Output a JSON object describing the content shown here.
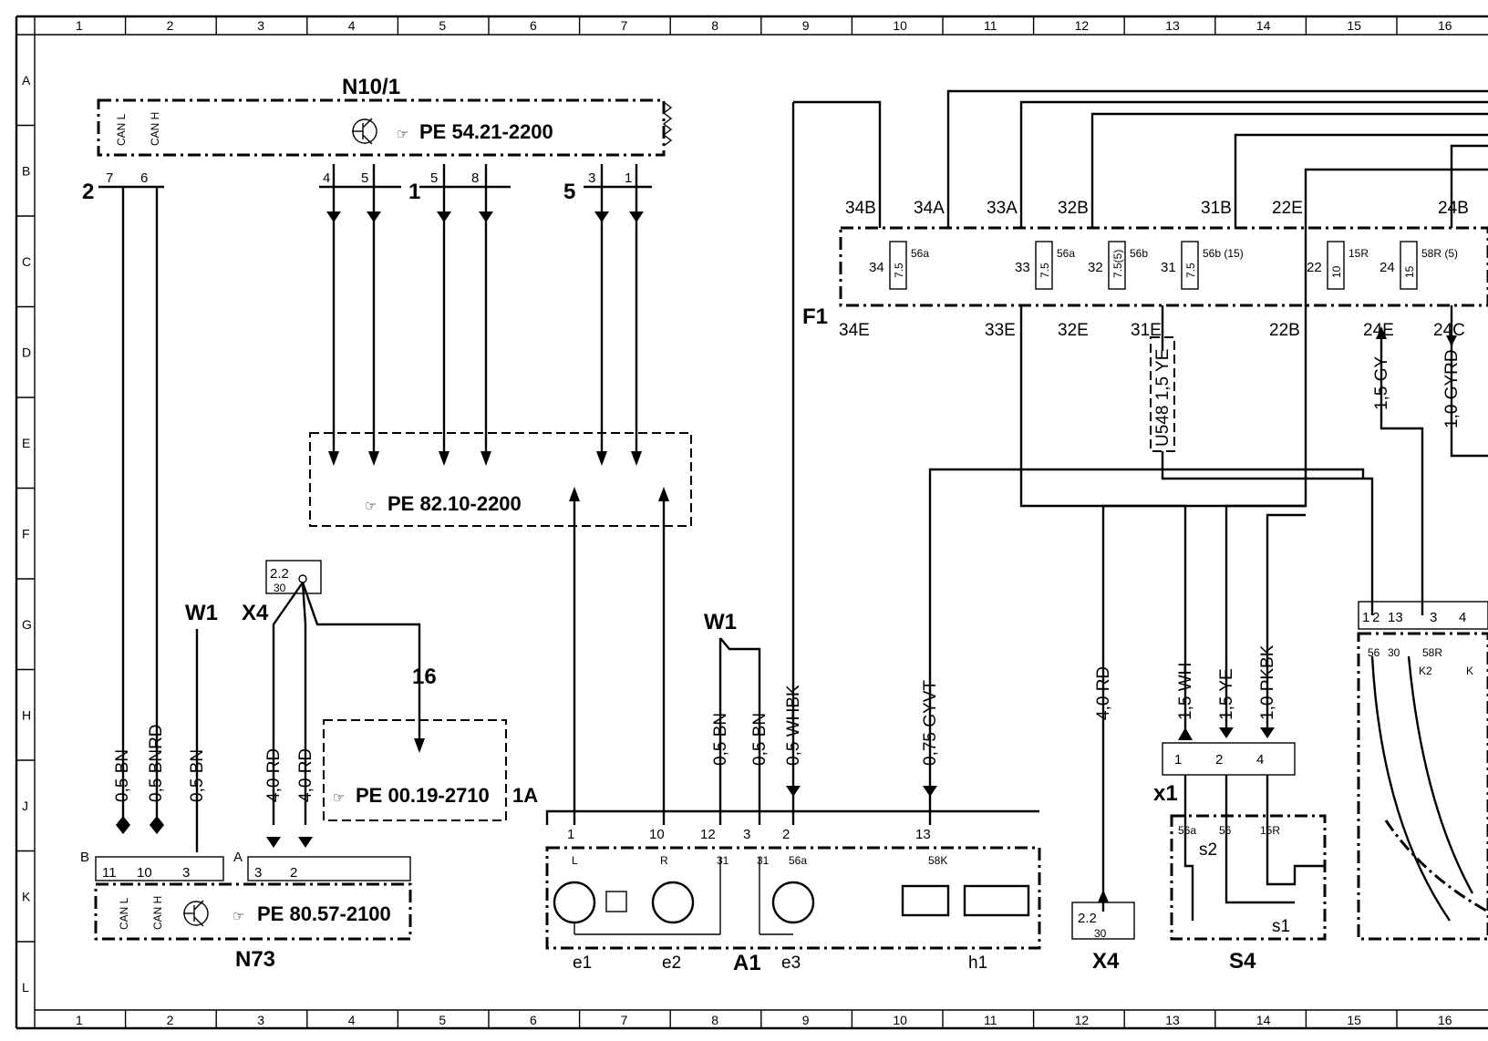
{
  "grid": {
    "columns": [
      "1",
      "2",
      "3",
      "4",
      "5",
      "6",
      "7",
      "8",
      "9",
      "10",
      "11",
      "12",
      "13",
      "14",
      "15",
      "16"
    ],
    "rows": [
      "A",
      "B",
      "C",
      "D",
      "E",
      "F",
      "G",
      "H",
      "J",
      "K",
      "L"
    ]
  },
  "components": {
    "n10_1": {
      "label": "N10/1",
      "ref": "PE  54.21-2200",
      "pins_top": [
        "CAN L",
        "CAN H"
      ],
      "pins": [
        "7",
        "6",
        "4",
        "5",
        "5",
        "8",
        "3",
        "1"
      ],
      "groups": [
        "2",
        "1",
        "5"
      ]
    },
    "pe_82": {
      "ref": "PE  82.10-2200"
    },
    "pe_00": {
      "ref": "PE  00.19-2710"
    },
    "x4_top": {
      "label": "X4",
      "num": "2.2",
      "pin": "30",
      "count": "16"
    },
    "w1_left": {
      "label": "W1"
    },
    "w1_mid": {
      "label": "W1"
    },
    "n73": {
      "label": "N73",
      "ref": "PE  80.57-2100",
      "pins": [
        "11",
        "10",
        "3",
        "3",
        "2"
      ],
      "conn_b": "B",
      "conn_a": "A",
      "can": [
        "CAN L",
        "CAN H"
      ]
    },
    "a1": {
      "label": "A1",
      "conn": "1A",
      "pins": [
        "1",
        "10",
        "12",
        "3",
        "2",
        "13"
      ],
      "sub": [
        "L",
        "R",
        "31",
        "31",
        "56a",
        "58K"
      ],
      "parts": [
        "e1",
        "e2",
        "e3",
        "h1"
      ]
    },
    "f1": {
      "label": "F1",
      "top": [
        "34B",
        "34A",
        "33A",
        "32B",
        "31B",
        "22E",
        "24B"
      ],
      "bottom": [
        "34E",
        "33E",
        "32E",
        "31E",
        "22B",
        "24E",
        "24C"
      ],
      "fuses": [
        {
          "num": "34",
          "val": "7.5",
          "term": "56a"
        },
        {
          "num": "33",
          "val": "7.5",
          "term": "56a"
        },
        {
          "num": "32",
          "val": "7.5(5)",
          "term": "56b"
        },
        {
          "num": "31",
          "val": "7.5",
          "term": "56b (15)"
        },
        {
          "num": "22",
          "val": "10",
          "term": "15R"
        },
        {
          "num": "24",
          "val": "15",
          "term": "58R (5)"
        }
      ]
    },
    "x4_bottom": {
      "label": "X4",
      "num": "2.2",
      "pin": "30"
    },
    "x1": {
      "label": "x1",
      "pins": [
        "1",
        "2",
        "4"
      ]
    },
    "s4": {
      "label": "S4",
      "terms": [
        "56a",
        "56",
        "15R"
      ],
      "switches": [
        "s2",
        "s1"
      ]
    },
    "right_block": {
      "pins": [
        "1",
        "2",
        "13",
        "3",
        "4"
      ],
      "terms": [
        "56",
        "30",
        "58R",
        "K2",
        "K"
      ]
    }
  },
  "wires": {
    "can_l": "0,5  BN",
    "can_h": "0,5  BNRD",
    "w1": "0,5  BN",
    "x4a": "4,0  RD",
    "x4b": "4,0  RD",
    "a1_12": "0,5  BN",
    "a1_3": "0,5  BN",
    "a1_2": "0,5  WHBK",
    "a1_13": "0,75  GYVT",
    "x4_rd": "4,0  RD",
    "x1_1": "1,5  WH",
    "x1_2": "1,5  YE",
    "x1_4": "1,0  PKBK",
    "u548": "U548  1,5  YE",
    "gy": "1,5  GY",
    "gyrd": "1,0  GYRD"
  }
}
